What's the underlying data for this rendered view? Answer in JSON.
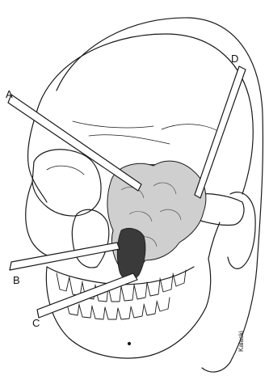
{
  "labels": {
    "a": "A",
    "b": "B",
    "c": "C",
    "d": "D"
  },
  "signature": "Kalaski",
  "colors": {
    "line": "#1a1a1a",
    "tumor_fill": "#cfcfcf",
    "dark_shade": "#3a3a3a",
    "background": "#ffffff"
  }
}
